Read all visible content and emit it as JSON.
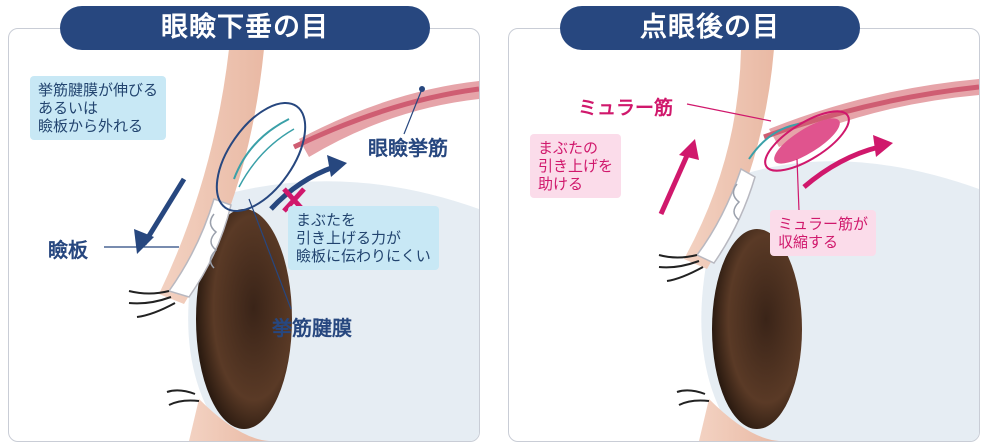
{
  "left_panel": {
    "title": "眼瞼下垂の目",
    "note_tendon": [
      "挙筋腱膜が伸びる",
      "あるいは",
      "瞼板から外れる"
    ],
    "note_force": [
      "まぶたを",
      "引き上げる力が",
      "瞼板に伝わりにくい"
    ],
    "label_muscle": "眼瞼挙筋",
    "label_tarsus": "瞼板",
    "label_aponeurosis": "挙筋腱膜"
  },
  "right_panel": {
    "title": "点眼後の目",
    "label_muller": "ミュラー筋",
    "note_lift": [
      "まぶたの",
      "引き上げを",
      "助ける"
    ],
    "note_contract": [
      "ミュラー筋が",
      "収縮する"
    ]
  },
  "colors": {
    "navy": "#27477f",
    "pink": "#d0186c",
    "note_blue": "#c8e8f5",
    "note_pink": "#fbdcea"
  }
}
